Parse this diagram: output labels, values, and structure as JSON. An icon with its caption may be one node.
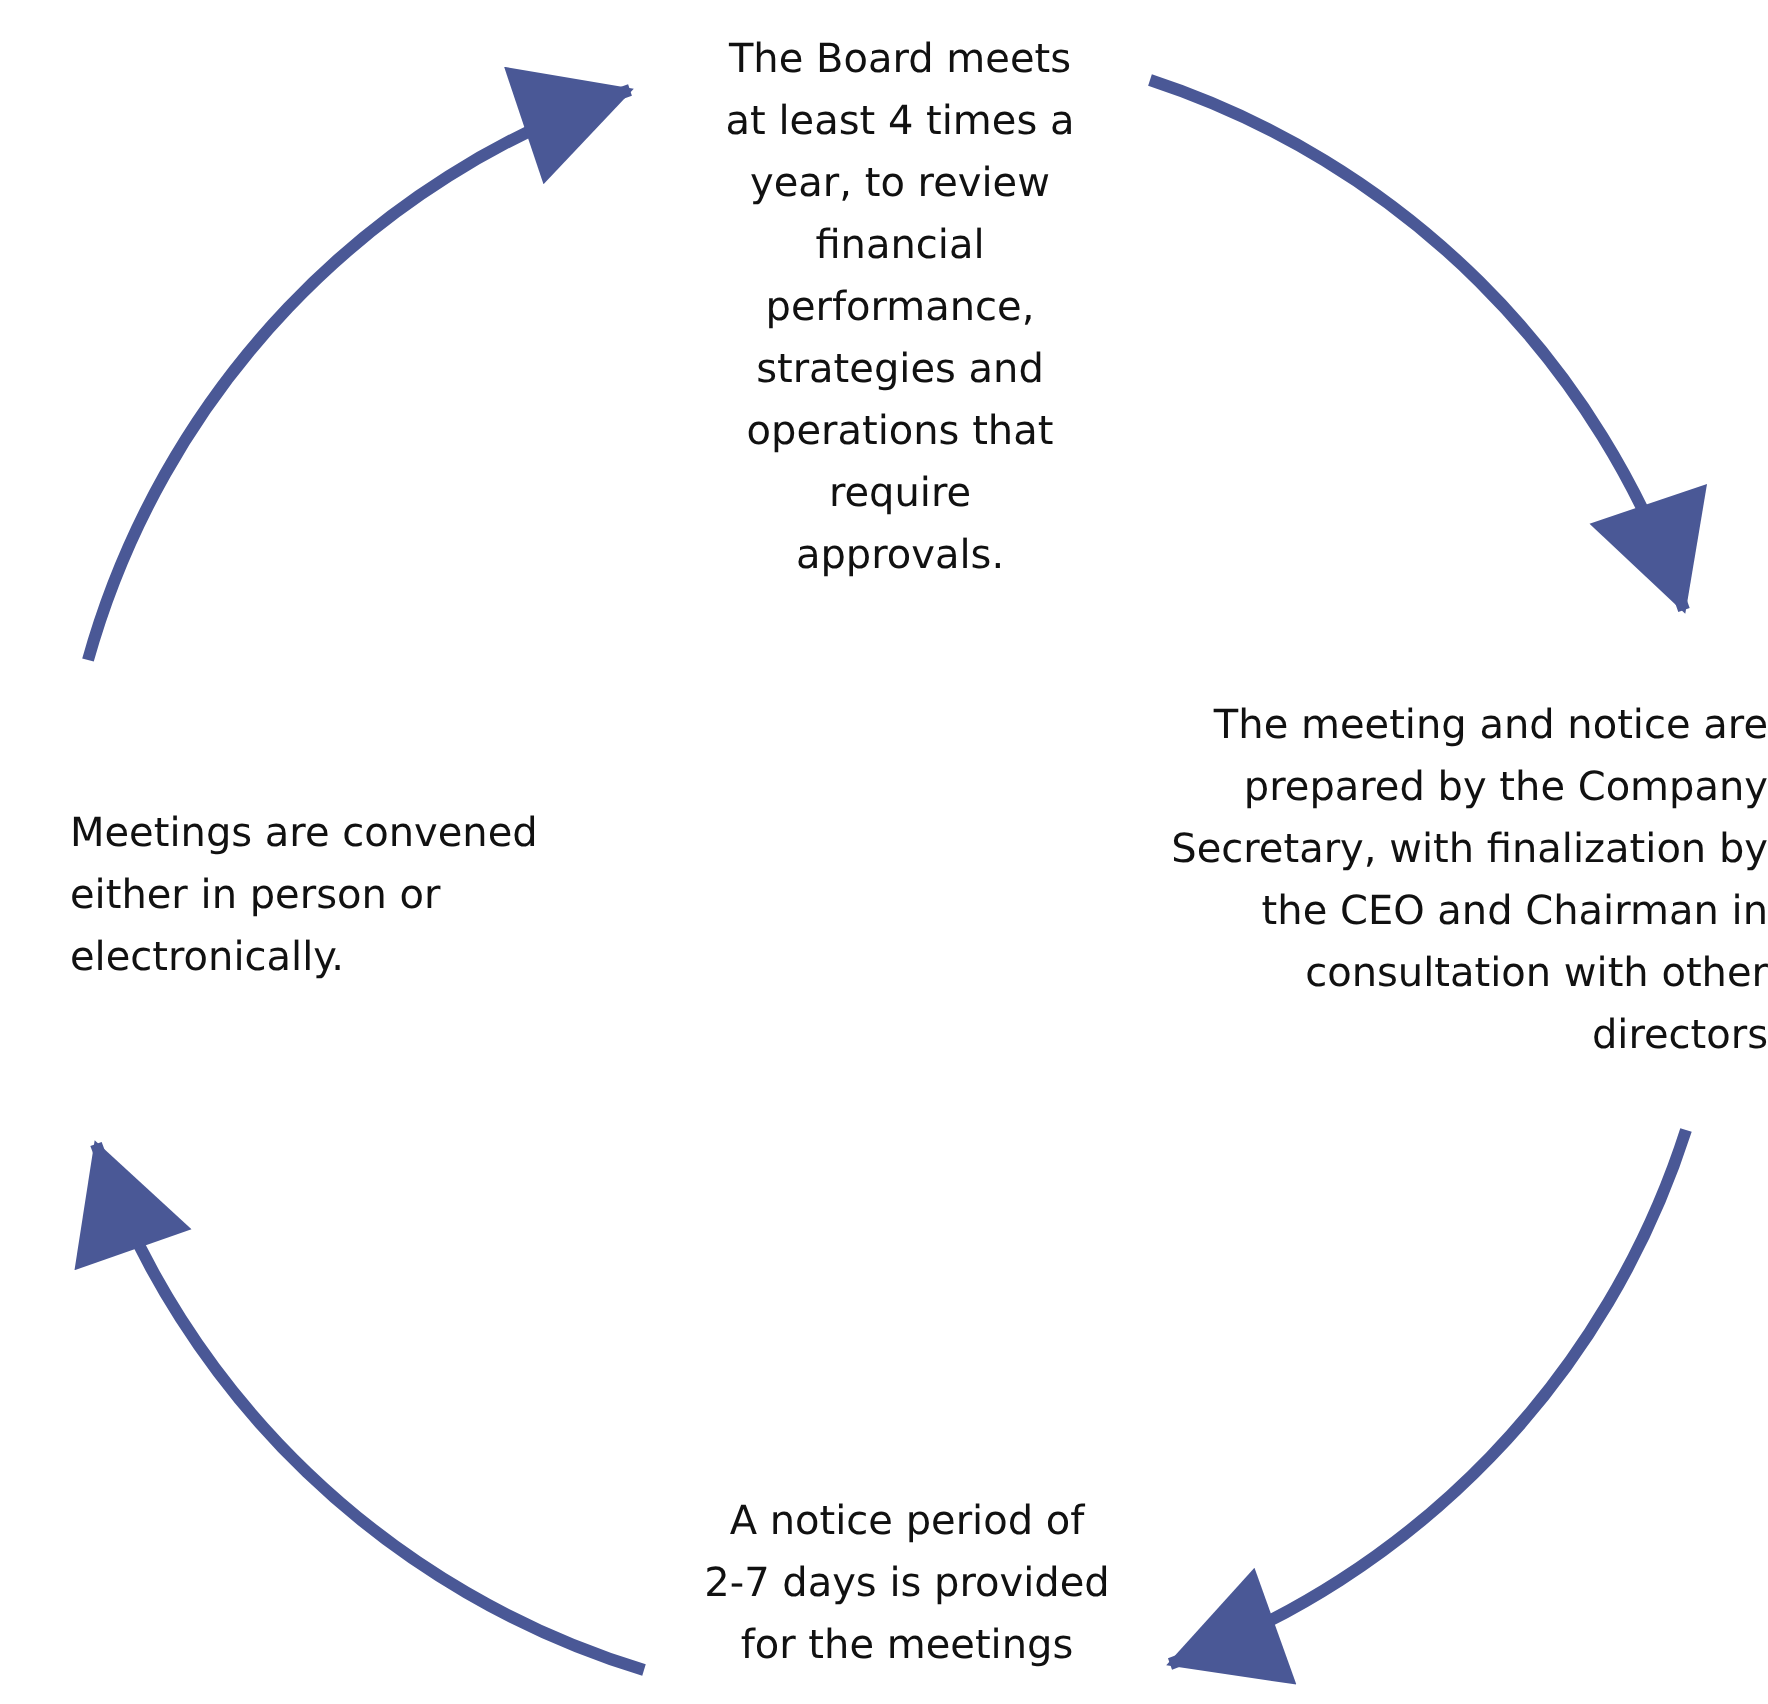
{
  "diagram": {
    "nodes": [
      {
        "text": [
          "The Board meets at least 4 times a year, to review financial performance, strategies and operations that require approvals."
        ]
      },
      {
        "text": [
          "The meeting and notice are prepared by the Company Secretary, with finalization by the CEO and Chairman in consultation with other directors"
        ]
      },
      {
        "text": [
          "A notice period of 2-7 days is provided for the meetings"
        ]
      },
      {
        "text": [
          "Meetings are convened either in person or electronically."
        ]
      }
    ],
    "edges": [
      {
        "from": 0,
        "to": 1,
        "arrow": "to"
      },
      {
        "from": 1,
        "to": 2,
        "arrow": "to"
      },
      {
        "from": 2,
        "to": 3,
        "arrow": "to"
      },
      {
        "from": 3,
        "to": 0,
        "arrow": "to"
      }
    ]
  }
}
